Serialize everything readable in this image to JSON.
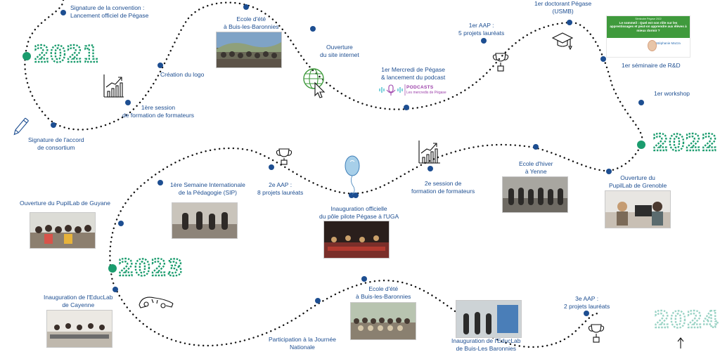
{
  "colors": {
    "accent": "#1d4e91",
    "dot": "#1d4e91",
    "year": "#2f9e6a",
    "path": "#111111"
  },
  "years": [
    {
      "label": "2021",
      "color": "#1b9c6e"
    },
    {
      "label": "2022",
      "color": "#1b9c6e"
    },
    {
      "label": "2023",
      "color": "#1b9c6e"
    },
    {
      "label": "2024",
      "color": "#9ad3c5"
    }
  ],
  "events": [
    {
      "id": "convention",
      "lines": [
        "Signature de la convention :",
        "Lancement officiel de Pégase"
      ]
    },
    {
      "id": "ecole-ete-2021",
      "lines": [
        "Ecole d'été",
        "à Buis-les-Baronnies"
      ]
    },
    {
      "id": "site",
      "lines": [
        "Ouverture",
        "du site internet"
      ]
    },
    {
      "id": "aap1",
      "lines": [
        "1er AAP :",
        "5 projets lauréats"
      ]
    },
    {
      "id": "doctorant",
      "lines": [
        "1er doctorant Pégase",
        "(USMB)"
      ]
    },
    {
      "id": "logo",
      "lines": [
        "Création du logo"
      ]
    },
    {
      "id": "podcast",
      "lines": [
        "1er Mercredi de Pégase",
        "& lancement du podcast"
      ]
    },
    {
      "id": "seminaire",
      "lines": [
        "1er séminaire de R&D"
      ]
    },
    {
      "id": "session1",
      "lines": [
        "1ère session",
        "de formation de formateurs"
      ]
    },
    {
      "id": "workshop",
      "lines": [
        "1er workshop"
      ]
    },
    {
      "id": "accord",
      "lines": [
        "Signature de l'accord",
        "de consortium"
      ]
    },
    {
      "id": "sip",
      "lines": [
        "1ère Semaine Internationale",
        "de la Pédagogie (SIP)"
      ]
    },
    {
      "id": "aap2",
      "lines": [
        "2e AAP :",
        "8 projets lauréats"
      ]
    },
    {
      "id": "session2",
      "lines": [
        "2e session de",
        "formation de formateurs"
      ]
    },
    {
      "id": "ecole-hiver",
      "lines": [
        "Ecole d'hiver",
        "à Yenne"
      ]
    },
    {
      "id": "pupillab-grenoble",
      "lines": [
        "Ouverture du",
        "PupilLab de Grenoble"
      ]
    },
    {
      "id": "pupillab-guyane",
      "lines": [
        "Ouverture du PupilLab de Guyane"
      ]
    },
    {
      "id": "inauguration-uga",
      "lines": [
        "Inauguration officielle",
        "du pôle pilote Pégase à l'UGA"
      ]
    },
    {
      "id": "educlab-cayenne",
      "lines": [
        "Inauguration de l'EducLab",
        "de Cayenne"
      ]
    },
    {
      "id": "ecole-ete-2023",
      "lines": [
        "Ecole d'été",
        "à Buis-les-Baronnies"
      ]
    },
    {
      "id": "aap3",
      "lines": [
        "3e AAP :",
        "2 projets lauréats"
      ]
    },
    {
      "id": "journee",
      "lines": [
        "Participation à la Journée",
        "Nationale"
      ]
    },
    {
      "id": "educlab-buis",
      "lines": [
        "Inauguration de l'EducLab",
        "de Buis-Les Baronnies"
      ]
    }
  ],
  "podcast_logo": {
    "title": "PODCASTS",
    "subtitle": "Les mercredis de Pégase"
  },
  "seminar_card": {
    "header": "Séminaire Pégase 2022",
    "question": "Le sommeil : Quel est son rôle sur les apprentissages et peut-on apprendre aux élèves à mieux dormir ?",
    "speaker": "Stéphanie Mazza"
  }
}
